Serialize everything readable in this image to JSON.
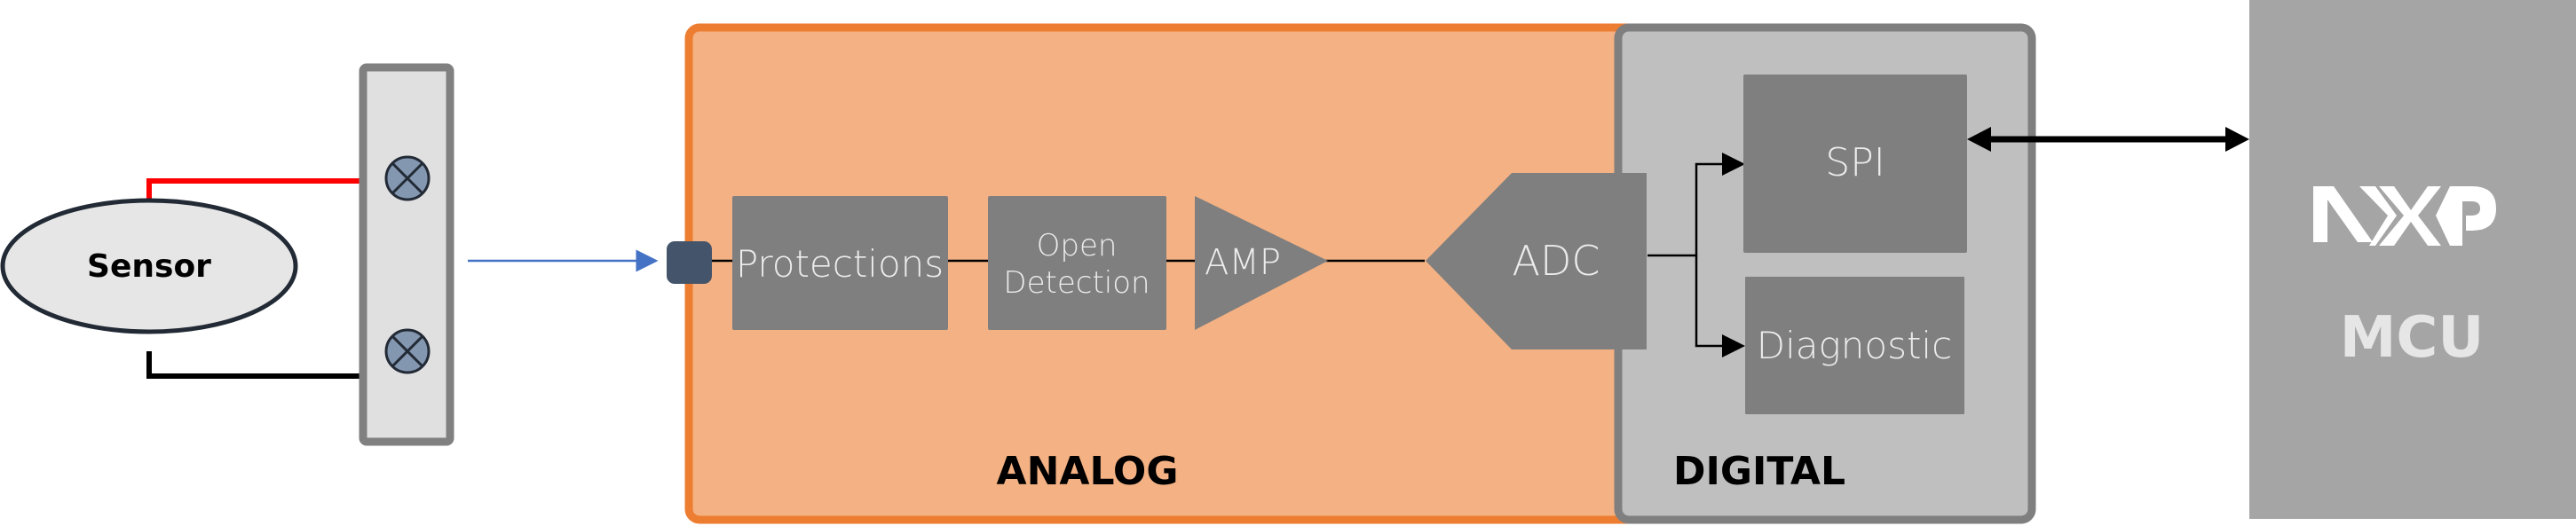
{
  "diagram": {
    "title": "Sensor interface block diagram",
    "sensor": {
      "label": "Sensor"
    },
    "terminal_block": {
      "terminals": 2
    },
    "analog_section": {
      "label": "ANALOG",
      "blocks": [
        {
          "id": "protections",
          "label": "Protections"
        },
        {
          "id": "open-detection",
          "label_line1": "Open",
          "label_line2": "Detection"
        },
        {
          "id": "amp",
          "label": "AMP"
        },
        {
          "id": "adc",
          "label": "ADC"
        }
      ]
    },
    "digital_section": {
      "label": "DIGITAL",
      "blocks": [
        {
          "id": "spi",
          "label": "SPI"
        },
        {
          "id": "diagnostic",
          "label": "Diagnostic"
        }
      ]
    },
    "mcu": {
      "brand": "NXP",
      "label": "MCU"
    },
    "connections": [
      {
        "from": "sensor",
        "to": "terminal-1",
        "color": "#ff0000"
      },
      {
        "from": "sensor",
        "to": "terminal-2",
        "color": "#000000"
      },
      {
        "from": "terminal-block",
        "to": "input-pin",
        "color": "#4472c4"
      },
      {
        "from": "input-pin",
        "to": "protections"
      },
      {
        "from": "protections",
        "to": "open-detection"
      },
      {
        "from": "open-detection",
        "to": "amp"
      },
      {
        "from": "amp",
        "to": "adc"
      },
      {
        "from": "adc",
        "to": "spi"
      },
      {
        "from": "adc",
        "to": "diagnostic"
      },
      {
        "from": "spi",
        "to": "mcu",
        "bidirectional": true
      }
    ],
    "colors": {
      "analog_fill": "#f4b183",
      "analog_border": "#ed7d31",
      "digital_fill": "#bfbfbf",
      "digital_border": "#7f7f7f",
      "block_fill": "#7f7f7f",
      "mcu_fill": "#a5a5a5",
      "pin_fill": "#44546a",
      "terminal_fill": "#8497b0"
    }
  }
}
